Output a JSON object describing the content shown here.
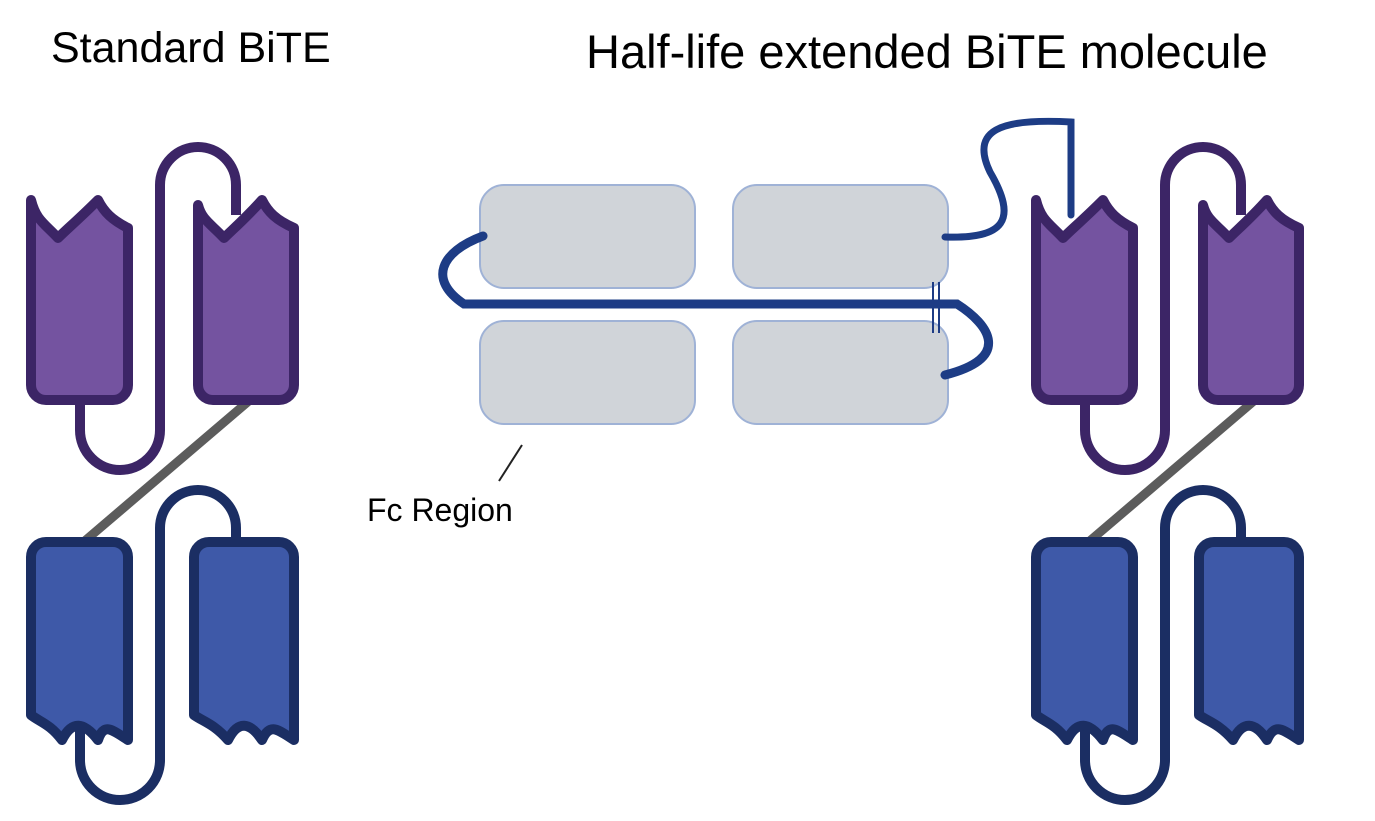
{
  "titles": {
    "standard": "Standard BiTE",
    "extended": "Half-life extended BiTE molecule"
  },
  "labels": {
    "fc_region": "Fc Region"
  },
  "colors": {
    "upper_domain_fill": "#7453A0",
    "upper_domain_stroke": "#3C2566",
    "lower_domain_fill": "#3E59A8",
    "lower_domain_stroke": "#1B2E63",
    "connector_linker": "#5C5C5C",
    "fc_fill": "#D0D4D9",
    "fc_stroke": "#9FB2D6",
    "fc_linker": "#1D3C85"
  }
}
